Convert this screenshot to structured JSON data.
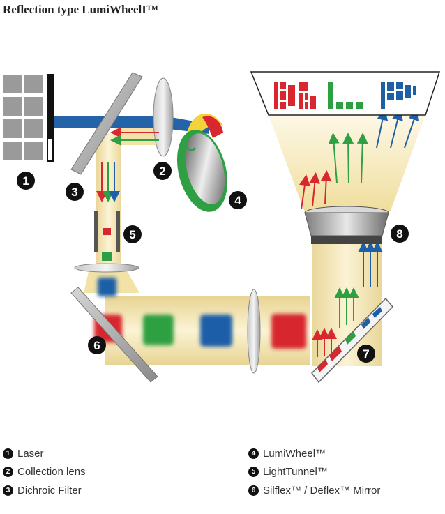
{
  "title": "Reflection type LumiWheelI™",
  "badges": [
    "1",
    "2",
    "3",
    "4",
    "5",
    "6",
    "7",
    "8"
  ],
  "legend": [
    {
      "num": "1",
      "label": "Laser"
    },
    {
      "num": "2",
      "label": "Collection lens"
    },
    {
      "num": "3",
      "label": "Dichroic Filter"
    },
    {
      "num": "4",
      "label": "LumiWheel™"
    },
    {
      "num": "5",
      "label": "LightTunnel™"
    },
    {
      "num": "6",
      "label": "Silflex™ / Deflex™ Mirror"
    }
  ],
  "colors": {
    "laser_blue": "#2563a8",
    "red": "#d8272f",
    "green": "#2ea043",
    "blue": "#1f5fa8",
    "yellow": "#f0d43a",
    "beam": "#f3e2a6",
    "grey": "#9a9a9a"
  }
}
